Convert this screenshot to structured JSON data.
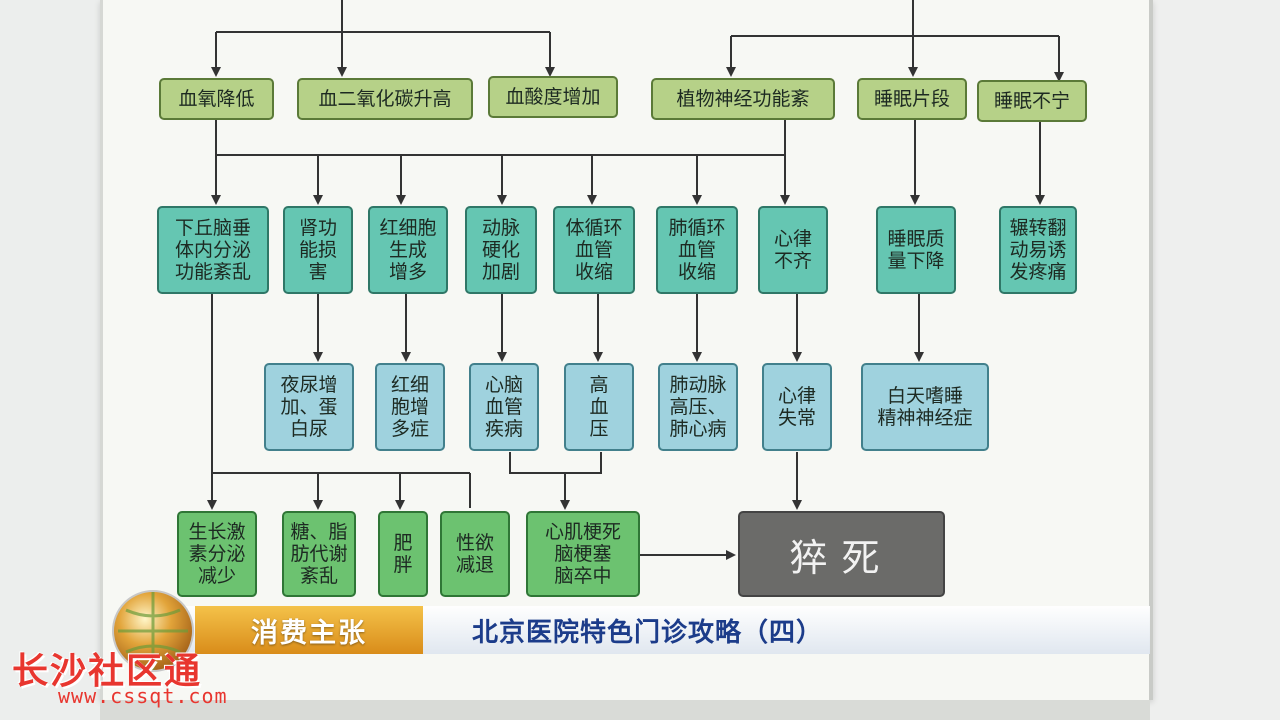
{
  "diagram": {
    "level1": [
      "血氧降低",
      "血二氧化碳升高",
      "血酸度增加",
      "植物神经功能紊",
      "睡眠片段",
      "睡眠不宁"
    ],
    "level2": [
      "下丘脑垂\n体内分泌\n功能紊乱",
      "肾功\n能损\n害",
      "红细胞\n生成\n增多",
      "动脉\n硬化\n加剧",
      "体循环\n血管\n收缩",
      "肺循环\n血管\n收缩",
      "心律\n不齐",
      "睡眠质\n量下降",
      "辗转翻\n动易诱\n发疼痛"
    ],
    "level3": [
      "夜尿增\n加、蛋\n白尿",
      "红细\n胞增\n多症",
      "心脑\n血管\n疾病",
      "高\n血\n压",
      "肺动脉\n高压、\n肺心病",
      "心律\n失常",
      "白天嗜睡\n精神神经症"
    ],
    "level4": [
      "生长激\n素分泌\n减少",
      "糖、脂\n肪代谢\n紊乱",
      "肥\n胖",
      "性欲\n减退",
      "心肌梗死\n脑梗塞\n脑卒中"
    ],
    "outcome": "猝死"
  },
  "banner": {
    "tag": "消费主张",
    "title": "北京医院特色门诊攻略（四）"
  },
  "watermark": {
    "name": "长沙社区通",
    "url": "www.cssqt.com"
  },
  "colors": {
    "level1": "#b6d188",
    "level2": "#65c6b2",
    "level3": "#9fd2de",
    "level4": "#6cc270",
    "outcome": "#6b6b69",
    "banner_tag": "#e8a12e",
    "banner_title": "#1c3c8a",
    "watermark": "#e8362f"
  }
}
